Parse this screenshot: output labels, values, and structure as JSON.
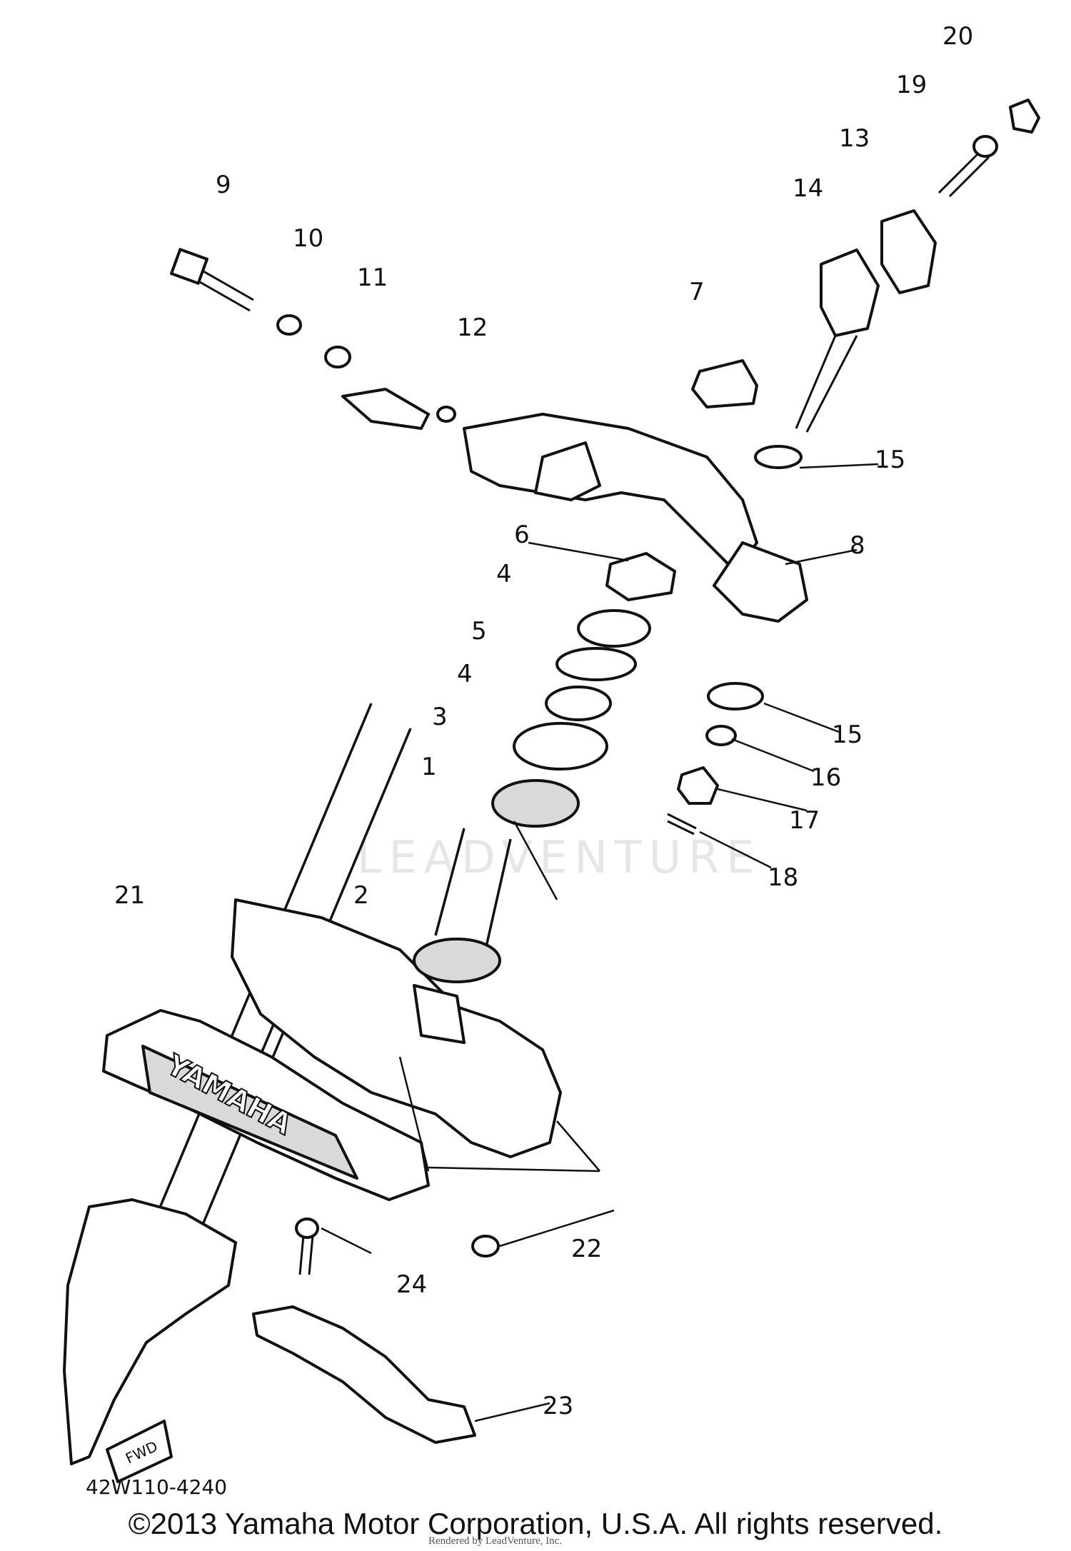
{
  "diagram": {
    "callouts": [
      "1",
      "2",
      "3",
      "4",
      "4",
      "5",
      "6",
      "7",
      "8",
      "9",
      "10",
      "11",
      "12",
      "13",
      "14",
      "15",
      "15",
      "16",
      "17",
      "18",
      "19",
      "20",
      "21",
      "22",
      "23",
      "24"
    ],
    "diagram_code": "42W110-4240",
    "watermark": "LEADVENTURE",
    "logo_text": "YAMAHA",
    "fwd_label": "FWD"
  },
  "footer": {
    "copyright": "©2013 Yamaha Motor Corporation, U.S.A. All rights reserved.",
    "render_credit": "Rendered by LeadVenture, Inc."
  }
}
